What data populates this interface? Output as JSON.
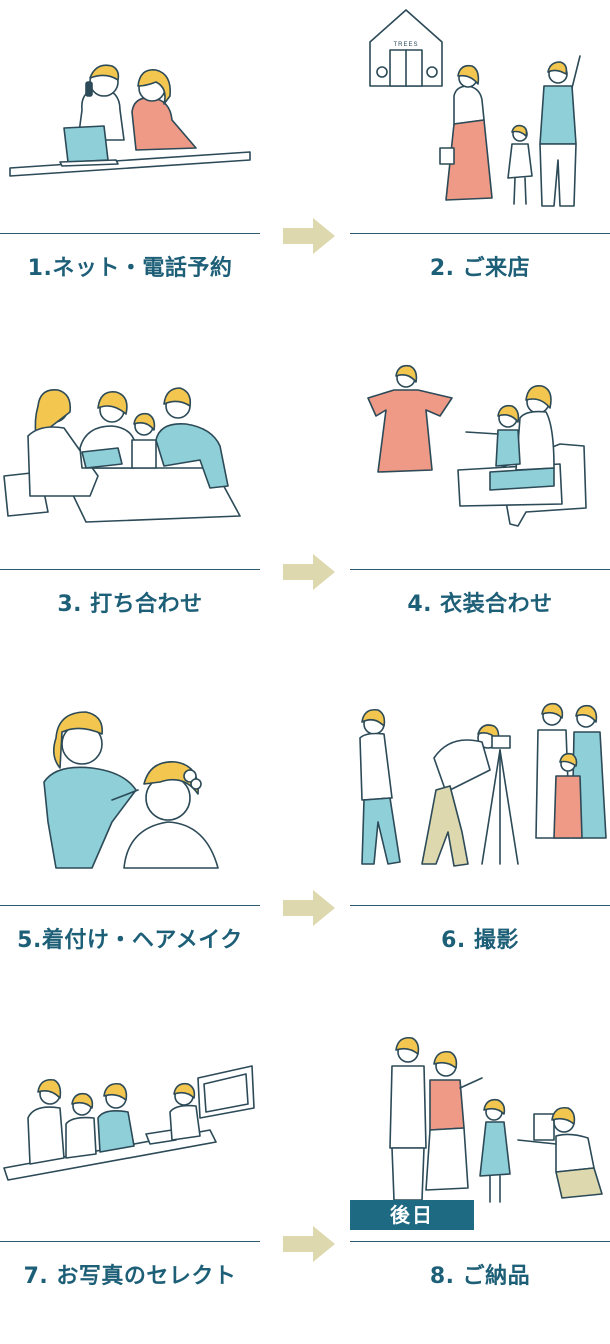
{
  "steps": [
    {
      "label": "1.ネット・電話予約"
    },
    {
      "label": "2. ご来店",
      "store_sign": "TREES"
    },
    {
      "label": "3. 打ち合わせ"
    },
    {
      "label": "4. 衣装合わせ"
    },
    {
      "label": "5.着付け・ヘアメイク"
    },
    {
      "label": "6. 撮影"
    },
    {
      "label": "7. お写真のセレクト"
    },
    {
      "label": "8. ご納品",
      "badge": "後日"
    }
  ],
  "colors": {
    "accent": "#1e5f78",
    "rule": "#2d5a6e",
    "arrow": "#ddd8ae",
    "hair": "#f3c64f",
    "teal_clothes": "#8ecfd8",
    "coral_clothes": "#ef9a86"
  }
}
